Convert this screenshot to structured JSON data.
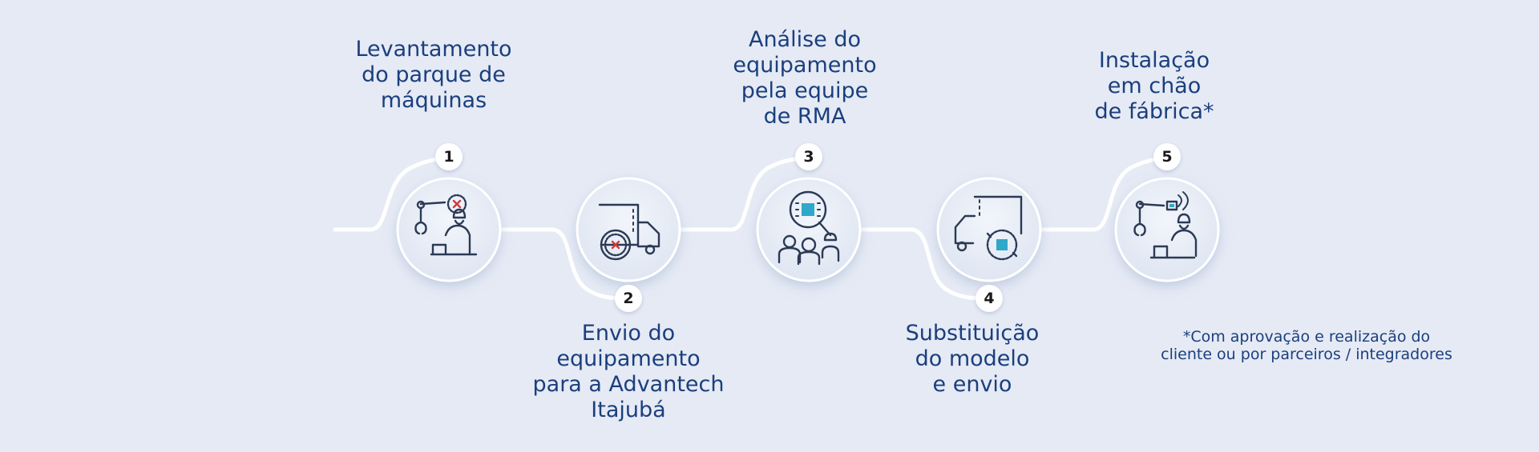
{
  "steps": [
    {
      "number": "1",
      "lines": [
        "Levantamento",
        "do parque de",
        "máquinas"
      ]
    },
    {
      "number": "2",
      "lines": [
        "Envio do",
        "equipamento",
        "para a Advantech",
        "Itajubá"
      ]
    },
    {
      "number": "3",
      "lines": [
        "Análise do",
        "equipamento",
        "pela equipe",
        "de RMA"
      ]
    },
    {
      "number": "4",
      "lines": [
        "Substituição",
        "do modelo",
        "e envio"
      ]
    },
    {
      "number": "5",
      "lines": [
        "Instalação",
        "em chão",
        "de fábrica*"
      ]
    }
  ],
  "footnote": {
    "lines": [
      "*Com aprovação e realização do",
      "cliente ou por parceiros / integradores"
    ]
  },
  "icons": [
    "robot-arm-engineer-icon",
    "truck-chip-icon",
    "magnifier-team-icon",
    "truck-chip-swap-icon",
    "robot-arm-install-icon"
  ],
  "colors": {
    "background": "#e5eaf5",
    "text": "#1b3f7d",
    "icon_stroke": "#2b3a55",
    "accent_teal": "#2fa8c9",
    "accent_red": "#d23a3a"
  }
}
